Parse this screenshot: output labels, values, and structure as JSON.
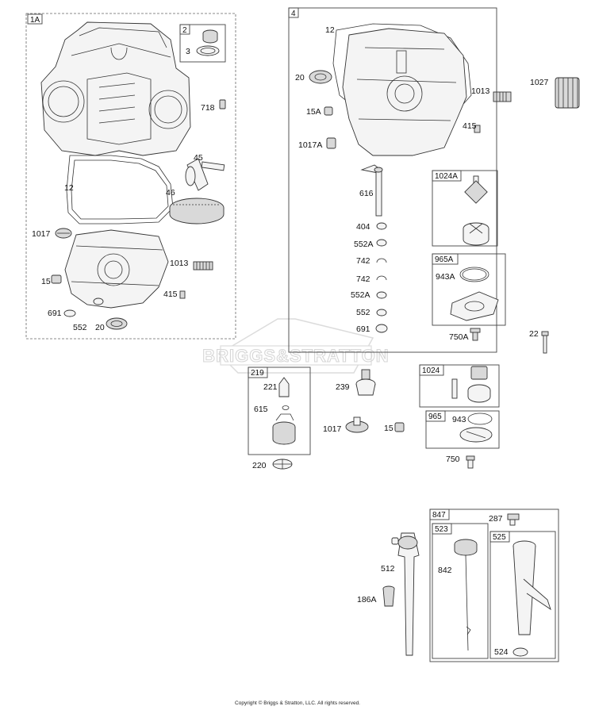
{
  "watermark": "BRIGGS&STRATTON",
  "copyright": "Copyright © Briggs & Stratton, LLC. All rights reserved.",
  "boxes": {
    "b1A": "1A",
    "b2": "2",
    "b4": "4",
    "b1024A": "1024A",
    "b965A": "965A",
    "b219": "219",
    "b1024": "1024",
    "b965": "965",
    "b847": "847",
    "b523": "523",
    "b525": "525"
  },
  "labels": {
    "l3": "3",
    "l718": "718",
    "l12a": "12",
    "l45": "45",
    "l46": "46",
    "l1017": "1017",
    "l1013a": "1013",
    "l15": "15",
    "l415a": "415",
    "l691a": "691",
    "l552a": "552",
    "l20a": "20",
    "l12b": "12",
    "l20b": "20",
    "l1013b": "1013",
    "l1027": "1027",
    "l15A": "15A",
    "l415b": "415",
    "l1017A": "1017A",
    "l616": "616",
    "l404": "404",
    "l552A1": "552A",
    "l742a": "742",
    "l742b": "742",
    "l552A2": "552A",
    "l552b": "552",
    "l691b": "691",
    "l943A": "943A",
    "l750A": "750A",
    "l22": "22",
    "l221": "221",
    "l615": "615",
    "l220": "220",
    "l239": "239",
    "l1017b": "1017",
    "l15b": "15",
    "l943": "943",
    "l750": "750",
    "l287": "287",
    "l512": "512",
    "l842": "842",
    "l186A": "186A",
    "l524": "524"
  }
}
